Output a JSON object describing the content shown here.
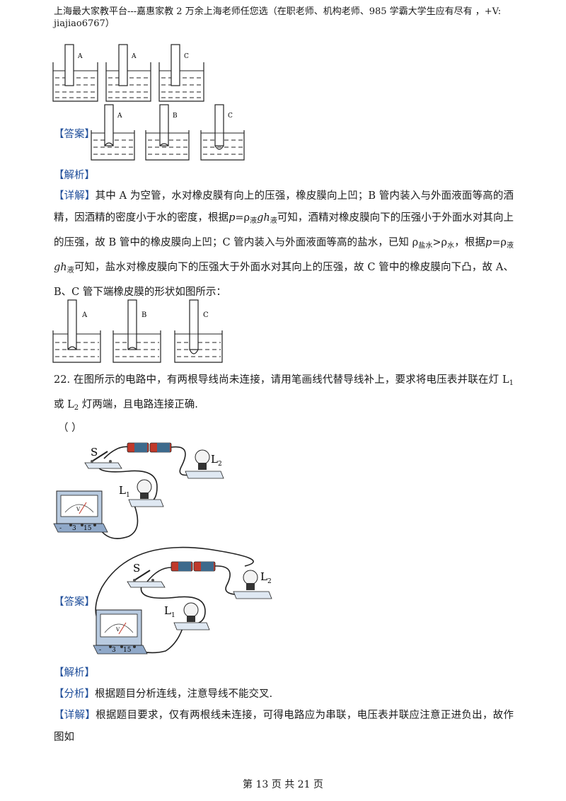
{
  "header": {
    "line1": "上海最大家教平台---嘉惠家教    2 万余上海老师任您选（在职老师、机构老师、985 学霸大学生应有尽有  ，+V:",
    "line2": "jiajiao6767）"
  },
  "tube_labels": {
    "a": "A",
    "b": "B",
    "c": "C"
  },
  "q21": {
    "answer_label": "【答案】",
    "analysis_label": "【解析】",
    "detail_label": "【详解】",
    "p1_a": "其中 A 为空管，水对橡皮膜有向上的压强，橡皮膜向上凹；B 管内装入与外面液面等高的酒精，因酒精的密度小于水的密度，根据",
    "formula_p": "p",
    "formula_eq": "=ρ",
    "sub_liquid": "液",
    "formula_gh": "gh",
    "p1_b": "可知，酒精对橡皮膜向下的压强小于外面水对其向上的压强，故 B 管中的橡皮膜向上凹；C 管内装入与外面液面等高的盐水，已知 ρ",
    "sub_saltwater": "盐水",
    "gt_rho": ">ρ",
    "sub_water": "水",
    "p1_c": "，根据",
    "p1_d": "可知，盐水对橡皮膜向下的压强大于外面水对其向上的压强，故 C 管中的橡皮膜向下凸，故 A、B、C 管下端橡皮膜的形状如图所示："
  },
  "q22": {
    "stem_a": "22. 在图所示的电路中，有两根导线尚未连接，请用笔画线代替导线补上，要求将电压表并联在灯 L",
    "sub1": "1",
    "stem_b": " 或 L",
    "sub2": "2",
    "stem_c": " 灯两端，且电路连接正确.",
    "blank": "（               ）",
    "answer_label": "【答案】",
    "analysis_label": "【解析】",
    "fenxi_label": "【分析】",
    "fenxi_text": "根据题目分析连线，注意导线不能交叉.",
    "detail_label": "【详解】",
    "detail_text": "根据题目要求，仅有两根线未连接，可得电路应为串联，电压表并联应注意正进负出，故作图如"
  },
  "circuit": {
    "switch": "S",
    "L": "L",
    "n1": "1",
    "n2": "2",
    "meter_v": "V",
    "terminal_minus": "-",
    "terminal_3": "3",
    "terminal_15": "15"
  },
  "footer": "第 13 页 共 21 页",
  "colors": {
    "blue": "#1f4e9a",
    "battery": "#c0392b",
    "meter": "#8fa8c8"
  }
}
